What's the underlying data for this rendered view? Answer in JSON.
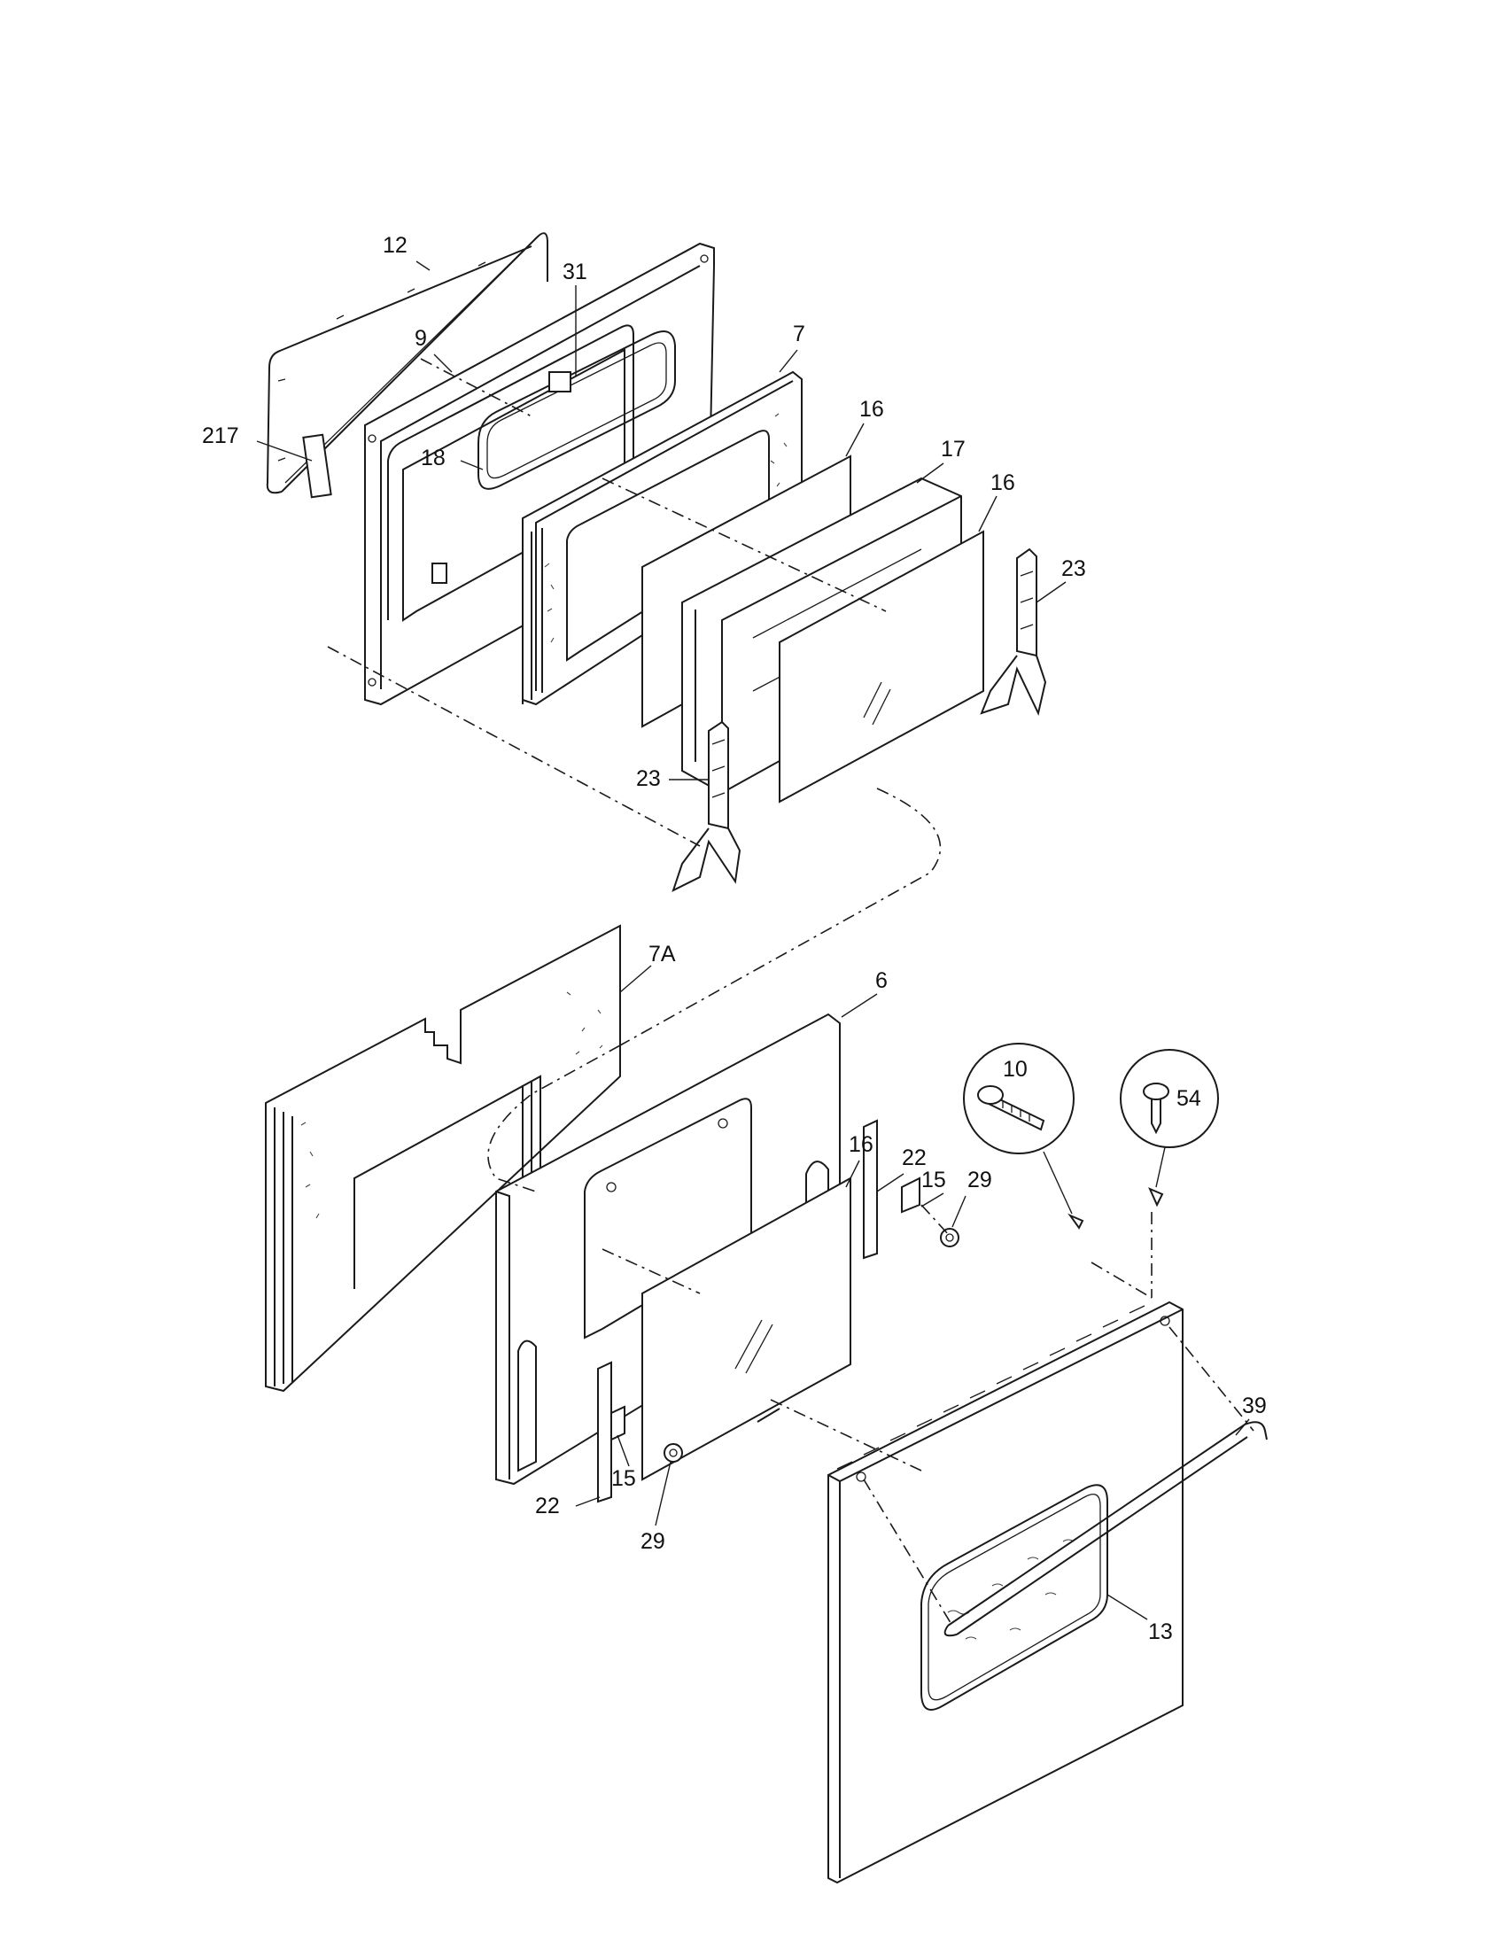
{
  "labels": {
    "l12": "12",
    "l31": "31",
    "l9": "9",
    "l7": "7",
    "l217": "217",
    "l18": "18",
    "l16a": "16",
    "l17": "17",
    "l16b": "16",
    "l23a": "23",
    "l23b": "23",
    "l7A": "7A",
    "l6": "6",
    "l10": "10",
    "l54": "54",
    "l16c": "16",
    "l22a": "22",
    "l15a": "15",
    "l29a": "29",
    "l39": "39",
    "l15b": "15",
    "l22b": "22",
    "l29b": "29",
    "l13": "13"
  },
  "colors": {
    "line": "#1a1a1a",
    "background": "#ffffff"
  }
}
